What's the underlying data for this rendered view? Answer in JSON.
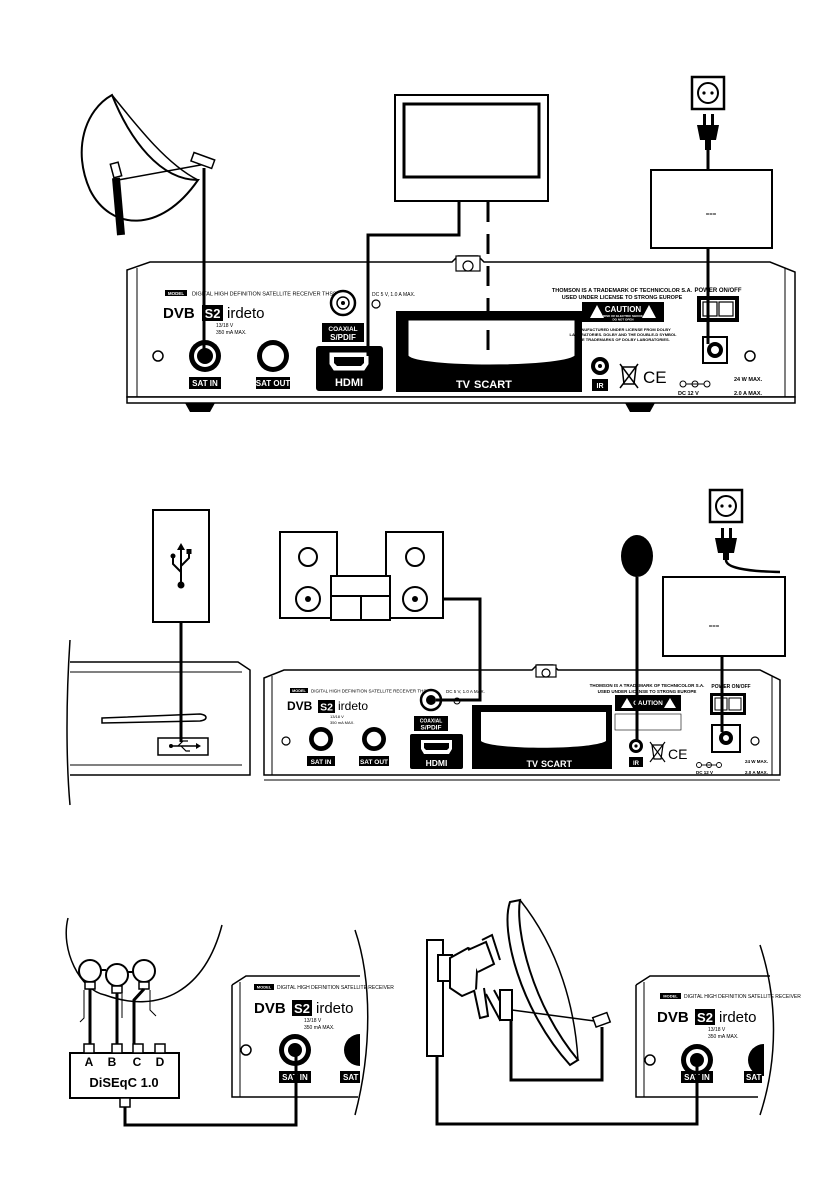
{
  "panel1": {
    "model_badge": "MODEL",
    "model_text": "DIGITAL HIGH DEFINITION SATELLITE RECEIVER THS813",
    "brand_dvb": "DVB",
    "brand_s2": "S2",
    "brand_irdeto": "irdeto",
    "lnb_spec_1": "13/18 V",
    "lnb_spec_2": "350 mA MAX.",
    "coax_power": "DC 5 V, 1.0 A MAX.",
    "coaxial_label_1": "COAXIAL",
    "coaxial_label_2": "S/PDIF",
    "trademark_line1": "THOMSON IS A TRADEMARK OF TECHNICOLOR S.A.",
    "trademark_line2": "USED UNDER LICENSE TO STRONG EUROPE",
    "caution_title": "CAUTION",
    "caution_line1": "RISK OF ELECTRIC SHOCK",
    "caution_line2": "DO NOT OPEN",
    "dolby_line1": "MANUFACTURED UNDER LICENSE FROM DOLBY",
    "dolby_line2": "LABORATORIES. DOLBY AND THE DOUBLE-D SYMBOL",
    "dolby_line3": "ARE TRADEMARKS OF DOLBY LABORATORIES.",
    "power_switch": "POWER ON/OFF",
    "sat_in": "SAT IN",
    "sat_out": "SAT OUT",
    "hdmi": "HDMI",
    "tv": "TV",
    "scart": "SCART",
    "ir": "IR",
    "ce": "CE",
    "power_rating_1": "24 W MAX.",
    "power_rating_2": "DC 12 V",
    "power_rating_3": "2.0 A MAX.",
    "adapter_symbol": "==="
  },
  "panel2": {
    "model_badge": "MODEL",
    "model_text": "DIGITAL HIGH DEFINITION SATELLITE RECEIVER THS813",
    "brand_dvb": "DVB",
    "brand_s2": "S2",
    "brand_irdeto": "irdeto",
    "lnb_spec_1": "13/18 V",
    "lnb_spec_2": "350 mA MAX.",
    "coax_power": "DC 5 V, 1.0 A MAX.",
    "coaxial_label_1": "COAXIAL",
    "coaxial_label_2": "S/PDIF",
    "trademark_line1": "THOMSON IS A TRADEMARK OF TECHNICOLOR S.A.",
    "trademark_line2": "USED UNDER LICENSE TO STRONG EUROPE",
    "caution_title": "CAUTION",
    "power_switch": "POWER ON/OFF",
    "sat_in": "SAT IN",
    "sat_out": "SAT OUT",
    "hdmi": "HDMI",
    "tv": "TV",
    "scart": "SCART",
    "ir": "IR",
    "ce": "CE",
    "power_rating_1": "24 W MAX.",
    "power_rating_2": "DC 12 V",
    "power_rating_3": "2.0 A MAX.",
    "adapter_symbol": "==="
  },
  "panel3": {
    "switch_ports": [
      "A",
      "B",
      "C",
      "D"
    ],
    "switch_name": "DiSEqC 1.0",
    "model_badge": "MODEL",
    "model_text": "DIGITAL HIGH DEFINITION SATELLITE RECEIVER",
    "brand_dvb": "DVB",
    "brand_s2": "S2",
    "brand_irdeto": "irdeto",
    "lnb_spec_1": "13/18 V",
    "lnb_spec_2": "350 mA MAX.",
    "sat_in": "SAT IN",
    "sat_out": "SAT"
  },
  "panel4": {
    "model_badge": "MODEL",
    "model_text": "DIGITAL HIGH DEFINITION SATELLITE RECEIVER",
    "brand_dvb": "DVB",
    "brand_s2": "S2",
    "brand_irdeto": "irdeto",
    "lnb_spec_1": "13/18 V",
    "lnb_spec_2": "350 mA MAX.",
    "sat_in": "SAT IN",
    "sat_out": "SAT"
  }
}
